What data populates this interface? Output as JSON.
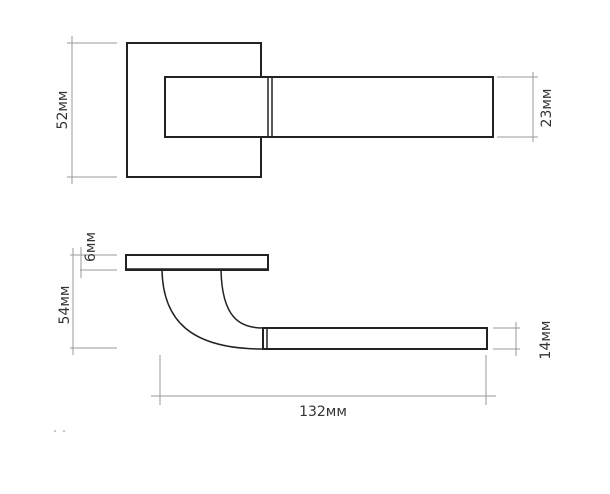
{
  "top_view": {
    "rose_height_label": "52мм",
    "lever_height_label": "23мм"
  },
  "side_view": {
    "rose_thickness_label": "6мм",
    "total_height_label": "54мм",
    "lever_thickness_label": "14мм",
    "lever_length_label": "132мм"
  },
  "colors": {
    "outline": "#222222",
    "dimension": "#999999"
  }
}
